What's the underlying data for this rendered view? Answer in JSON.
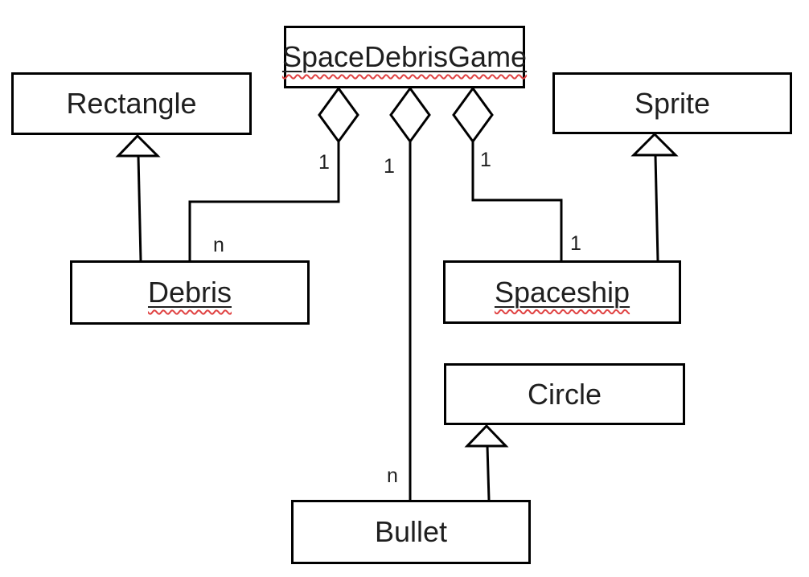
{
  "diagram": {
    "kind": "uml-class-diagram",
    "classes": {
      "game": "SpaceDebrisGame",
      "rectangle": "Rectangle",
      "sprite": "Sprite",
      "debris": "Debris",
      "spaceship": "Spaceship",
      "circle": "Circle",
      "bullet": "Bullet"
    },
    "misspelled_words": [
      "SpaceDebrisGame",
      "Debris",
      "Spaceship"
    ],
    "multiplicities": {
      "game_debris_near": "1",
      "game_debris_far": "n",
      "game_bullet_near": "1",
      "game_bullet_far": "n",
      "game_spaceship_near": "1",
      "game_spaceship_far": "1"
    },
    "relationships": [
      {
        "type": "aggregation",
        "whole": "SpaceDebrisGame",
        "part": "Debris",
        "whole_multiplicity": "1",
        "part_multiplicity": "n"
      },
      {
        "type": "aggregation",
        "whole": "SpaceDebrisGame",
        "part": "Bullet",
        "whole_multiplicity": "1",
        "part_multiplicity": "n"
      },
      {
        "type": "aggregation",
        "whole": "SpaceDebrisGame",
        "part": "Spaceship",
        "whole_multiplicity": "1",
        "part_multiplicity": "1"
      },
      {
        "type": "inheritance",
        "parent": "Rectangle",
        "child": "Debris"
      },
      {
        "type": "inheritance",
        "parent": "Sprite",
        "child": "Spaceship"
      },
      {
        "type": "inheritance",
        "parent": "Circle",
        "child": "Bullet"
      }
    ],
    "colors": {
      "line": "#000000",
      "text": "#1f1f1f",
      "spellcheck_squiggle": "#e04343",
      "background": "#ffffff"
    }
  }
}
